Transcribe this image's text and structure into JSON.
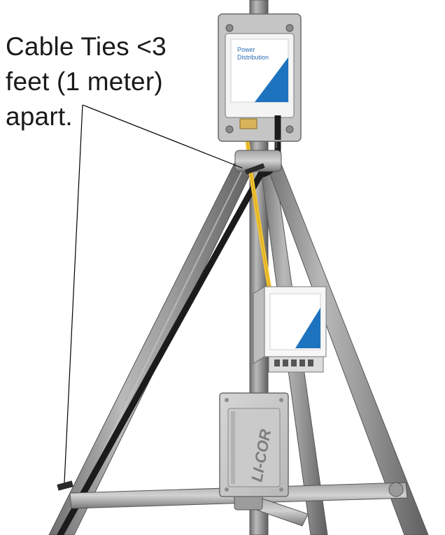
{
  "callout": {
    "lines": [
      "Cable Ties <3",
      "feet (1 meter)",
      "apart."
    ]
  },
  "power_box": {
    "label_line1": "Power",
    "label_line2": "Distribution",
    "accent_color": "#1e73be"
  },
  "logger": {
    "brand": "LI-COR"
  },
  "colors": {
    "tripod_metal": "#8c8c8c",
    "tripod_dark": "#5a5a5a",
    "black_cable": "#1b1b1b",
    "yellow_cable": "#f2c230",
    "leader_line": "#000000"
  }
}
